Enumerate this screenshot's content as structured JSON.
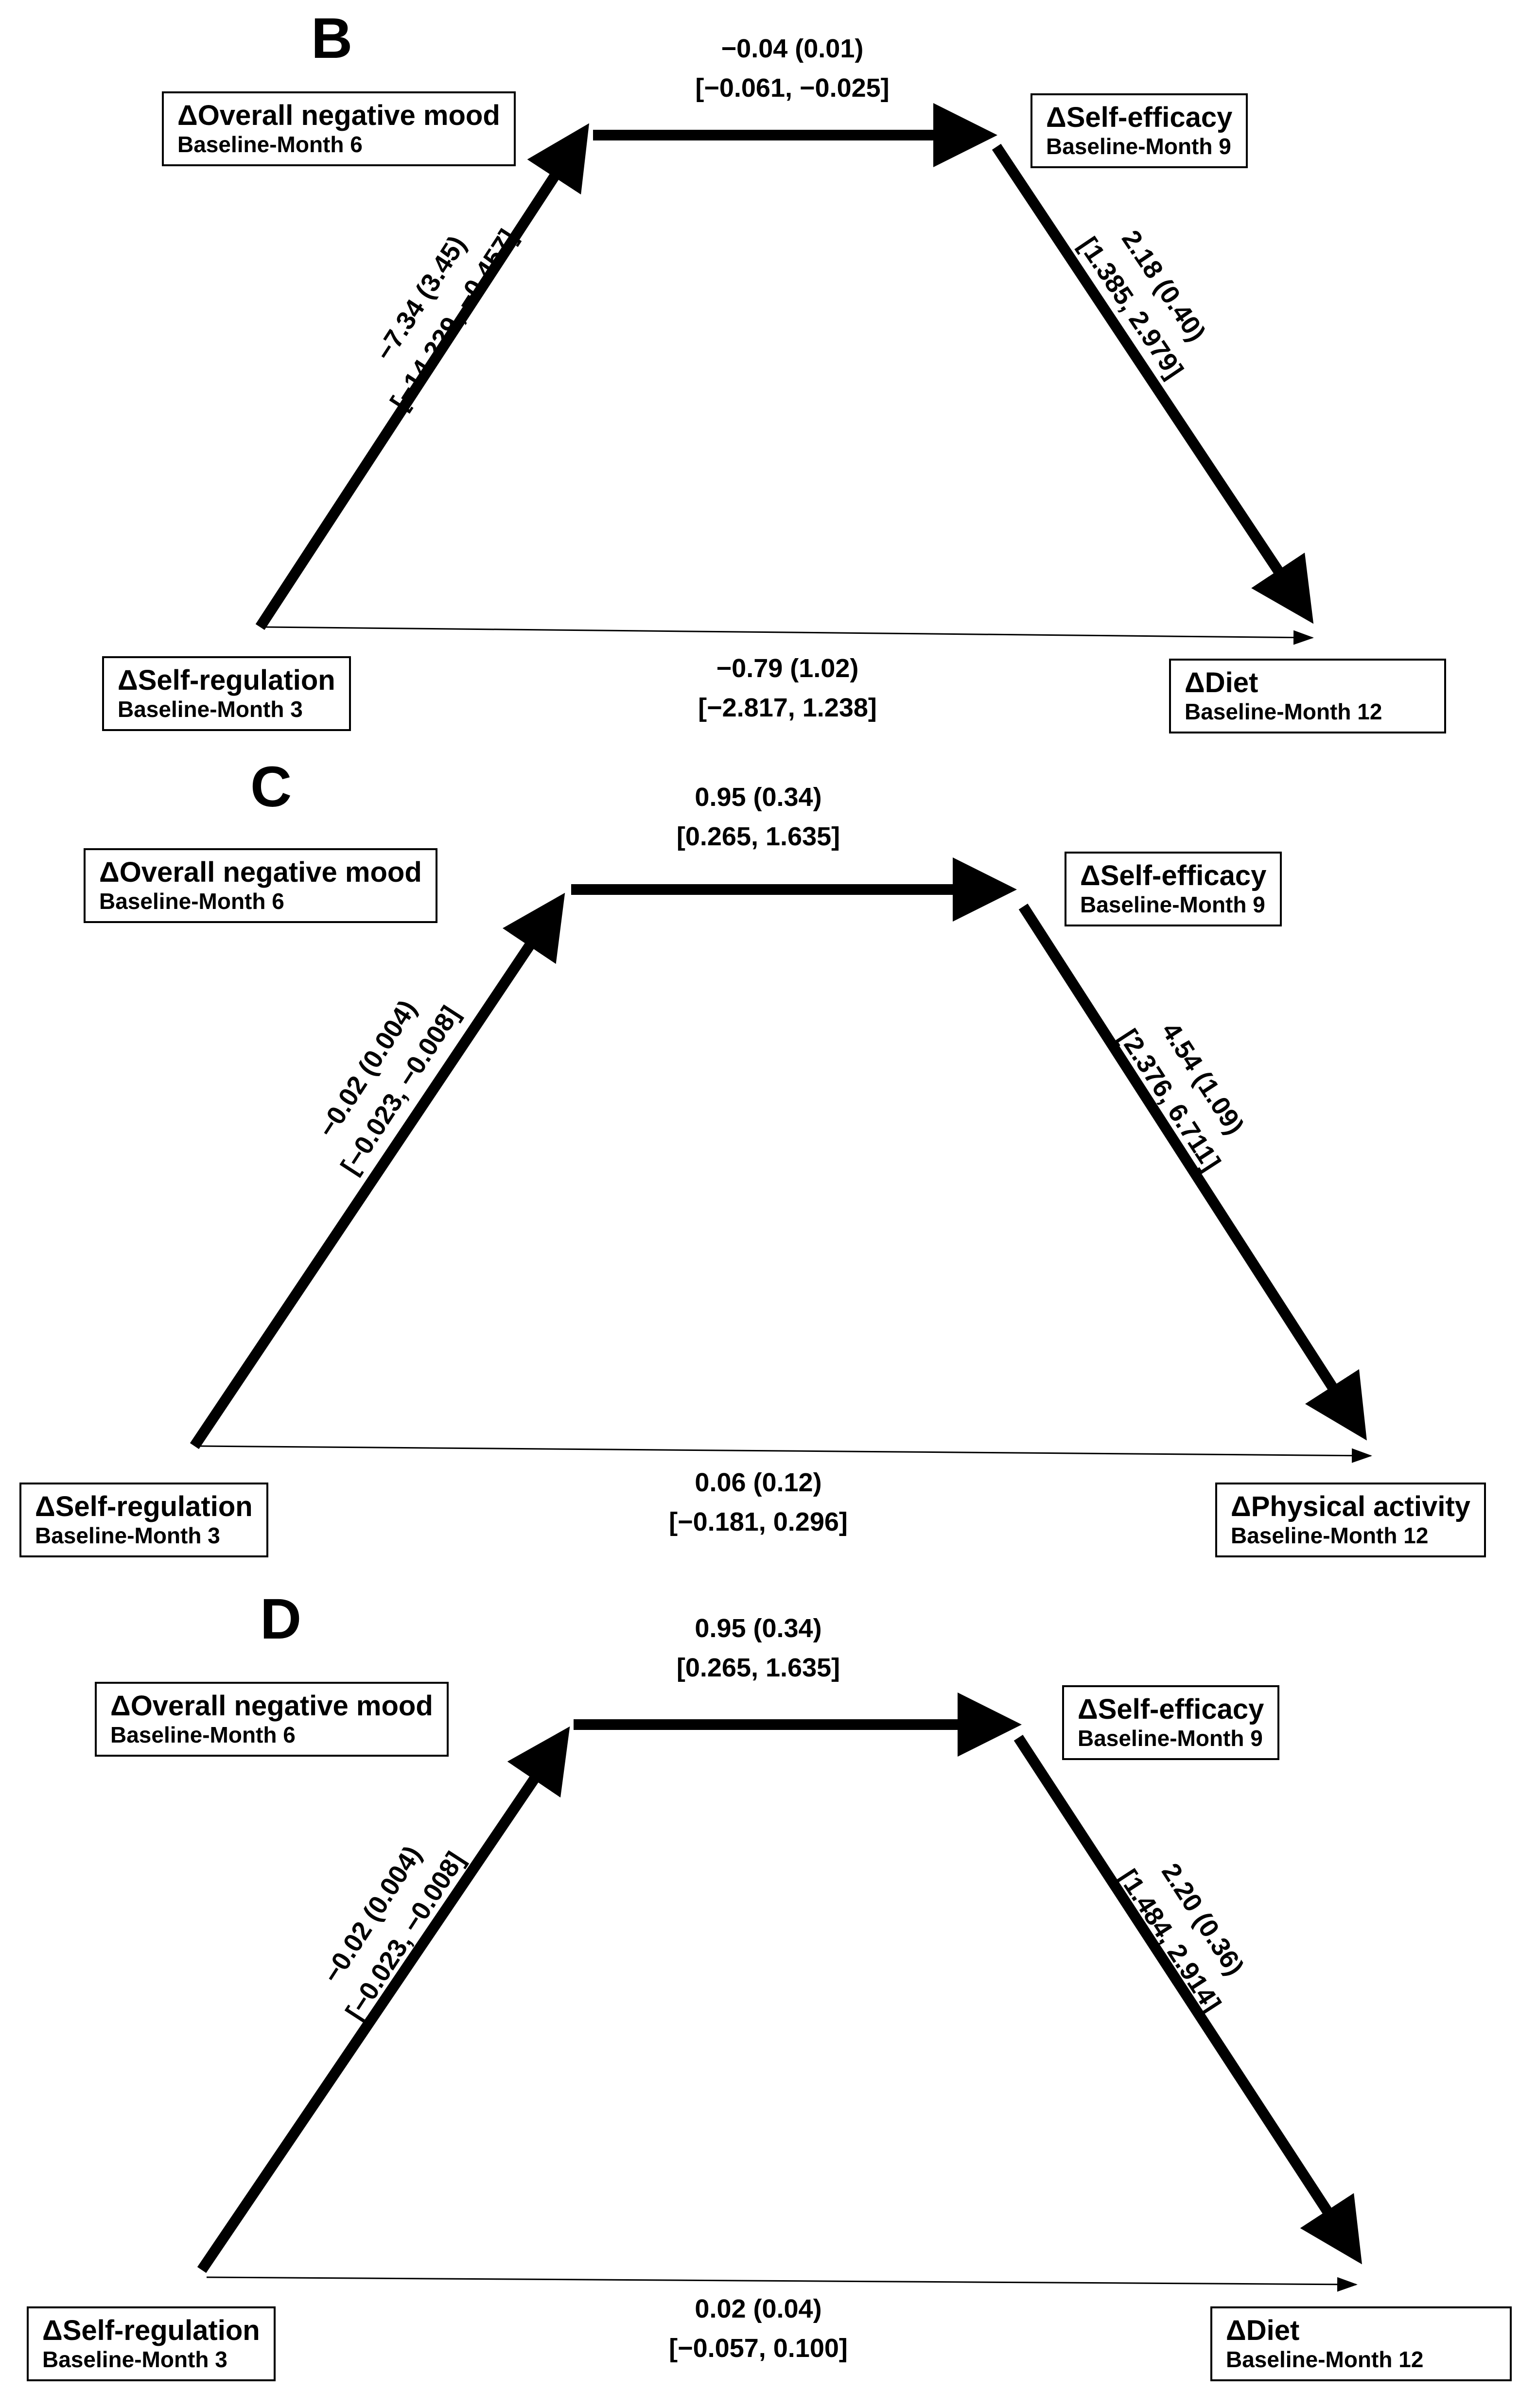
{
  "panels": [
    {
      "label": "B",
      "mediator1": {
        "title": "ΔOverall negative mood",
        "sub": "Baseline-Month 6"
      },
      "mediator2": {
        "title": "ΔSelf-efficacy",
        "sub": "Baseline-Month 9"
      },
      "predictor": {
        "title": "ΔSelf-regulation",
        "sub": "Baseline-Month 3"
      },
      "outcome": {
        "title": "ΔDiet",
        "sub": "Baseline-Month 12"
      },
      "path_a": {
        "coef": "−7.34 (3.45)",
        "ci": "[−14.229, −0.457]"
      },
      "path_m": {
        "coef": "−0.04 (0.01)",
        "ci": "[−0.061, −0.025]"
      },
      "path_b": {
        "coef": "2.18 (0.40)",
        "ci": "[1.385, 2.979]"
      },
      "path_c": {
        "coef": "−0.79 (1.02)",
        "ci": "[−2.817, 1.238]"
      }
    },
    {
      "label": "C",
      "mediator1": {
        "title": "ΔOverall negative mood",
        "sub": "Baseline-Month 6"
      },
      "mediator2": {
        "title": "ΔSelf-efficacy",
        "sub": "Baseline-Month 9"
      },
      "predictor": {
        "title": "ΔSelf-regulation",
        "sub": "Baseline-Month 3"
      },
      "outcome": {
        "title": "ΔPhysical activity",
        "sub": "Baseline-Month 12"
      },
      "path_a": {
        "coef": "−0.02 (0.004)",
        "ci": "[−0.023, −0.008]"
      },
      "path_m": {
        "coef": "0.95 (0.34)",
        "ci": "[0.265, 1.635]"
      },
      "path_b": {
        "coef": "4.54 (1.09)",
        "ci": "[2.376, 6.711]"
      },
      "path_c": {
        "coef": "0.06 (0.12)",
        "ci": "[−0.181, 0.296]"
      }
    },
    {
      "label": "D",
      "mediator1": {
        "title": "ΔOverall negative mood",
        "sub": "Baseline-Month 6"
      },
      "mediator2": {
        "title": "ΔSelf-efficacy",
        "sub": "Baseline-Month 9"
      },
      "predictor": {
        "title": "ΔSelf-regulation",
        "sub": "Baseline-Month 3"
      },
      "outcome": {
        "title": "ΔDiet",
        "sub": "Baseline-Month 12"
      },
      "path_a": {
        "coef": "−0.02 (0.004)",
        "ci": "[−0.023, −0.008]"
      },
      "path_m": {
        "coef": "0.95 (0.34)",
        "ci": "[0.265, 1.635]"
      },
      "path_b": {
        "coef": "2.20 (0.36)",
        "ci": "[1.484, 2.914]"
      },
      "path_c": {
        "coef": "0.02 (0.04)",
        "ci": "[−0.057, 0.100]"
      }
    }
  ]
}
